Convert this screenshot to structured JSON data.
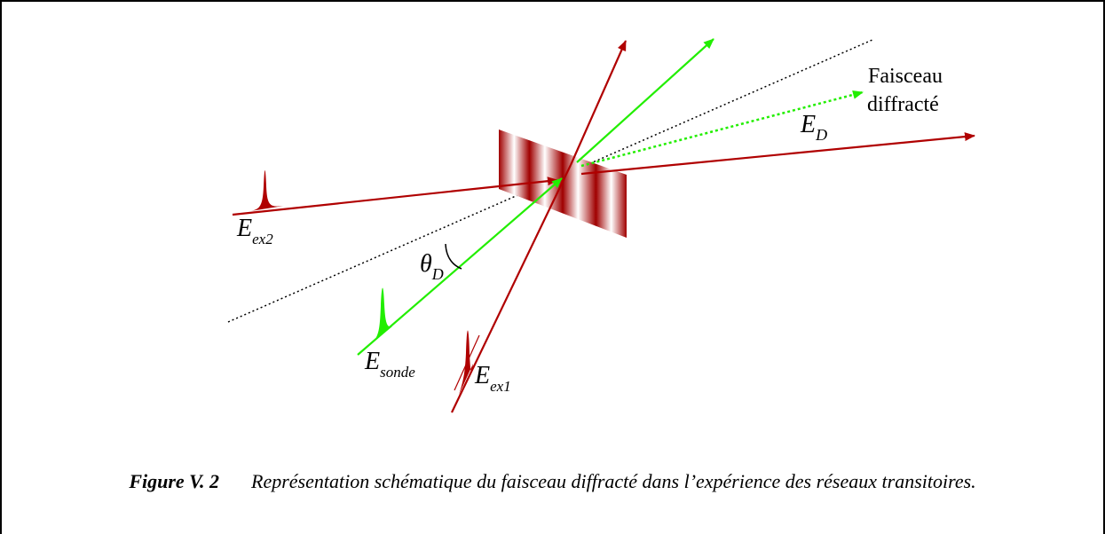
{
  "labels": {
    "faisceau_line1": "Faisceau",
    "faisceau_line2": "diffracté",
    "e_d": {
      "main": "E",
      "sub": "D"
    },
    "e_ex2": {
      "main": "E",
      "sub": "ex2"
    },
    "e_sonde": {
      "main": "E",
      "sub": "sonde"
    },
    "e_ex1": {
      "main": "E",
      "sub": "ex1"
    },
    "theta_d": {
      "main": "θ",
      "sub": "D"
    }
  },
  "caption": {
    "figure_label": "Figure V. 2",
    "text": "Représentation schématique du faisceau diffracté dans l’expérience des réseaux transitoires."
  },
  "colors": {
    "red_beam": "#b00000",
    "green_beam": "#22ee00",
    "grating_dark": "#a00000",
    "grating_light": "#ffffff",
    "dotted_line": "#000000"
  }
}
